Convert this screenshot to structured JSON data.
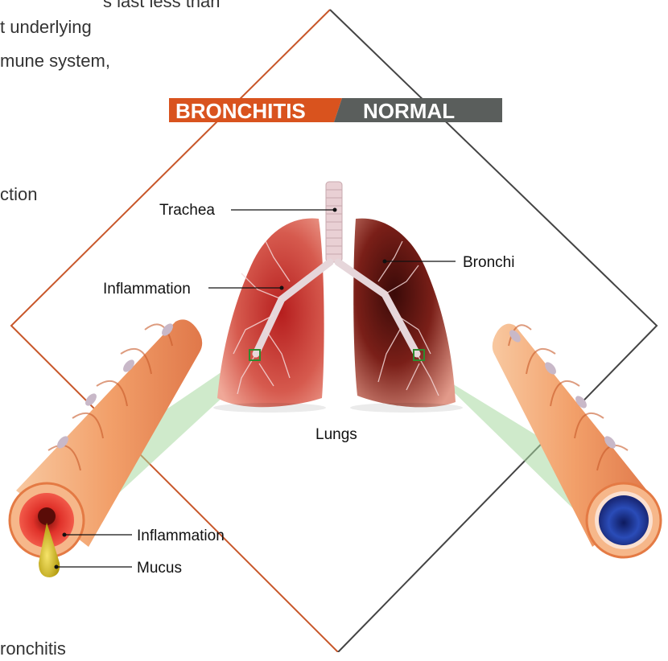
{
  "background_text": {
    "line1": "s last less than",
    "line2": "t underlying",
    "line3": "mune system,",
    "line4": "ction",
    "line5": "ronchitis"
  },
  "header": {
    "left_label": "BRONCHITIS",
    "right_label": "NORMAL",
    "left_color": "#d9531e",
    "right_color": "#5a5e5c"
  },
  "labels": {
    "trachea": "Trachea",
    "bronchi": "Bronchi",
    "inflammation_upper": "Inflammation",
    "lungs": "Lungs",
    "inflammation_lower": "Inflammation",
    "mucus": "Mucus"
  },
  "colors": {
    "diamond_left_edge": "#c8572a",
    "diamond_right_edge": "#444444",
    "lung_inflamed": "#c0392b",
    "lung_normal": "#8e1f1a",
    "airway_tube": "#f2a36b",
    "lumen_inflamed": "#e23a2c",
    "lumen_normal": "#2a3f9e",
    "mucus": "#d9c21c",
    "magnifier_beam": "#a8d8a0"
  }
}
